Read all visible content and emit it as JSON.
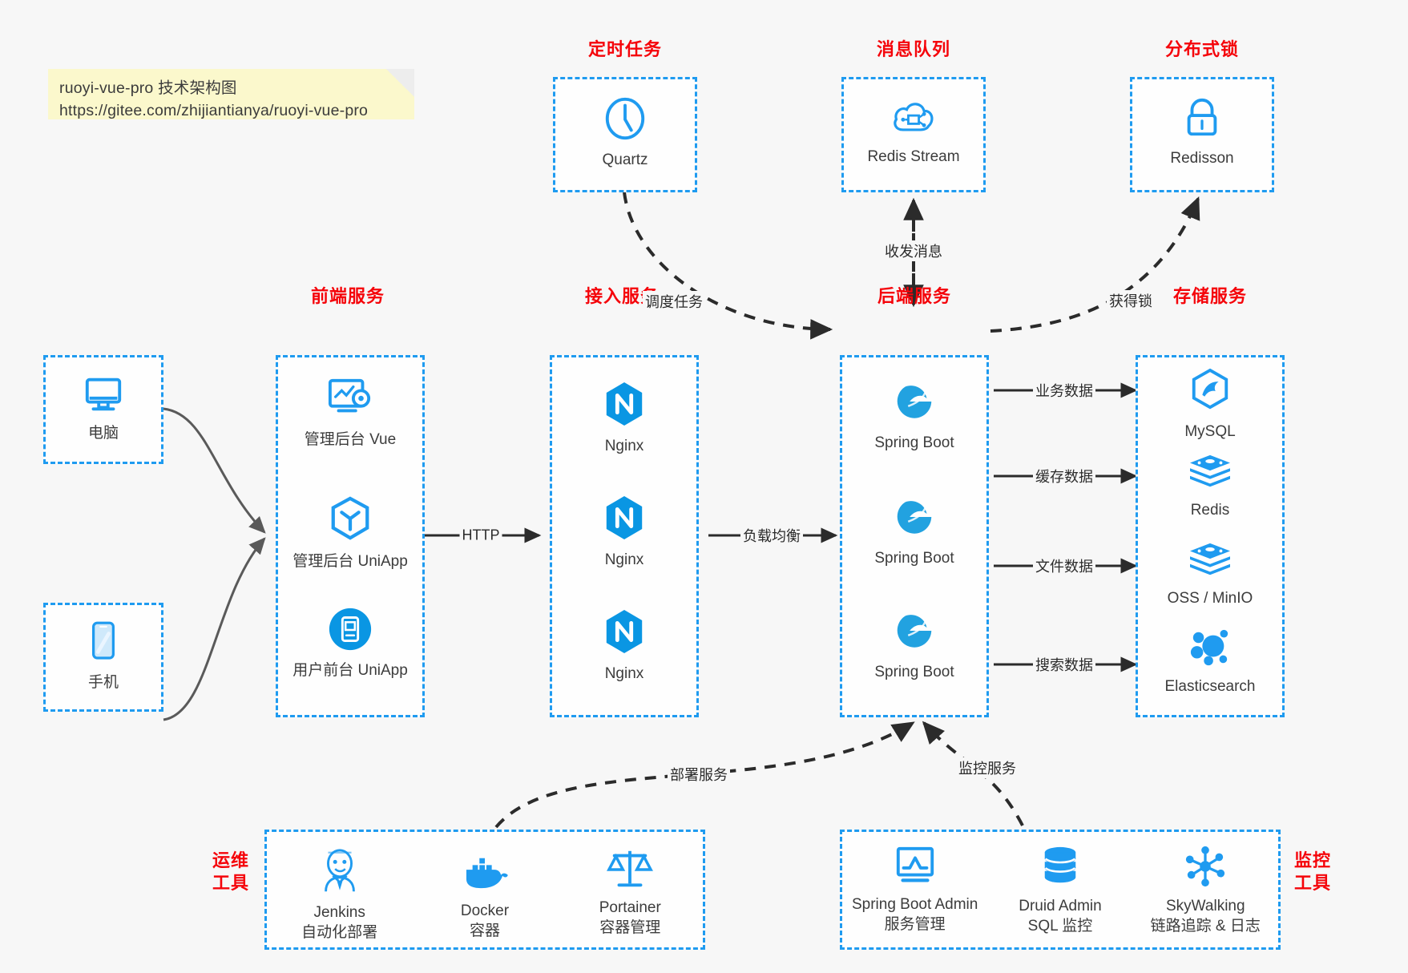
{
  "note": {
    "line1": "ruoyi-vue-pro 技术架构图",
    "line2": "https://gitee.com/zhijiantianya/ruoyi-vue-pro"
  },
  "colors": {
    "accent_blue": "#1f9bf0",
    "title_red": "#f5040a",
    "arrow_gray": "#5a5a5a",
    "dashed_black": "#2b2b2b",
    "note_yellow": "#fbf8cc",
    "canvas": "#f7f7f7"
  },
  "groups": {
    "scheduled_task": {
      "title": "定时任务",
      "items": [
        {
          "label": "Quartz",
          "icon": "clock-icon"
        }
      ]
    },
    "message_queue": {
      "title": "消息队列",
      "items": [
        {
          "label": "Redis Stream",
          "icon": "cloud-network-icon"
        }
      ]
    },
    "distributed_lock": {
      "title": "分布式锁",
      "items": [
        {
          "label": "Redisson",
          "icon": "lock-icon"
        }
      ]
    },
    "client_pc": {
      "items": [
        {
          "label": "电脑",
          "icon": "desktop-icon"
        }
      ]
    },
    "client_phone": {
      "items": [
        {
          "label": "手机",
          "icon": "phone-icon"
        }
      ]
    },
    "frontend": {
      "title": "前端服务",
      "items": [
        {
          "label": "管理后台 Vue",
          "icon": "dashboard-gear-icon"
        },
        {
          "label": "管理后台 UniApp",
          "icon": "hexagon-cube-icon"
        },
        {
          "label": "用户前台 UniApp",
          "icon": "mobile-app-icon"
        }
      ]
    },
    "gateway": {
      "title": "接入服务",
      "items": [
        {
          "label": "Nginx",
          "icon": "nginx-icon"
        },
        {
          "label": "Nginx",
          "icon": "nginx-icon"
        },
        {
          "label": "Nginx",
          "icon": "nginx-icon"
        }
      ]
    },
    "backend": {
      "title": "后端服务",
      "items": [
        {
          "label": "Spring Boot",
          "icon": "spring-boot-icon"
        },
        {
          "label": "Spring Boot",
          "icon": "spring-boot-icon"
        },
        {
          "label": "Spring Boot",
          "icon": "spring-boot-icon"
        }
      ]
    },
    "storage": {
      "title": "存储服务",
      "items": [
        {
          "label": "MySQL",
          "icon": "mysql-dolphin-icon"
        },
        {
          "label": "Redis",
          "icon": "redis-stack-icon"
        },
        {
          "label": "OSS / MinIO",
          "icon": "redis-stack-icon"
        },
        {
          "label": "Elasticsearch",
          "icon": "elasticsearch-icon"
        }
      ]
    },
    "ops_tools": {
      "title_line1": "运维",
      "title_line2": "工具",
      "items": [
        {
          "name": "Jenkins",
          "desc": "自动化部署",
          "icon": "jenkins-butler-icon"
        },
        {
          "name": "Docker",
          "desc": "容器",
          "icon": "docker-whale-icon"
        },
        {
          "name": "Portainer",
          "desc": "容器管理",
          "icon": "scales-icon"
        }
      ]
    },
    "monitor_tools": {
      "title_line1": "监控",
      "title_line2": "工具",
      "items": [
        {
          "name": "Spring Boot Admin",
          "desc": "服务管理",
          "icon": "monitor-chart-icon"
        },
        {
          "name": "Druid Admin",
          "desc": "SQL 监控",
          "icon": "database-icon"
        },
        {
          "name": "SkyWalking",
          "desc": "链路追踪 & 日志",
          "icon": "skywalking-node-icon"
        }
      ]
    }
  },
  "edges": [
    {
      "id": "schedule-task",
      "label": "调度任务",
      "from": "scheduled_task",
      "to": "backend"
    },
    {
      "id": "send-recv-msg",
      "label": "收发消息",
      "from": "backend",
      "to": "message_queue"
    },
    {
      "id": "acquire-lock",
      "label": "获得锁",
      "from": "backend",
      "to": "distributed_lock"
    },
    {
      "id": "http",
      "label": "HTTP",
      "from": "frontend",
      "to": "gateway"
    },
    {
      "id": "load-balance",
      "label": "负载均衡",
      "from": "gateway",
      "to": "backend"
    },
    {
      "id": "business-data",
      "label": "业务数据",
      "from": "backend",
      "to": "storage"
    },
    {
      "id": "cache-data",
      "label": "缓存数据",
      "from": "backend",
      "to": "storage"
    },
    {
      "id": "file-data",
      "label": "文件数据",
      "from": "backend",
      "to": "storage"
    },
    {
      "id": "search-data",
      "label": "搜索数据",
      "from": "backend",
      "to": "storage"
    },
    {
      "id": "deploy-service",
      "label": "部署服务",
      "from": "ops_tools",
      "to": "backend"
    },
    {
      "id": "monitor-service",
      "label": "监控服务",
      "from": "monitor_tools",
      "to": "backend"
    }
  ]
}
